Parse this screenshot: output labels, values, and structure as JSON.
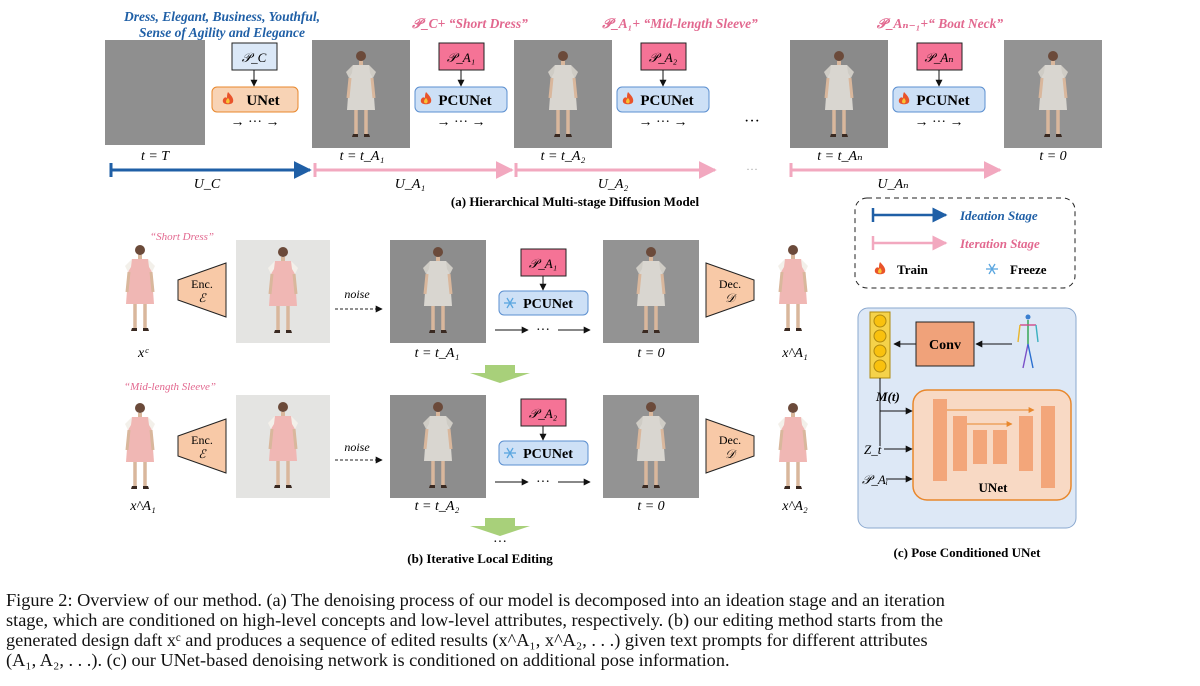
{
  "panel_a": {
    "concept_line1": "Dress, Elegant, Business, Youthful,",
    "concept_line2": "Sense of Agility and Elegance",
    "prompt_1": "𝒫_C+ “Short Dress”",
    "prompt_2": "𝒫_A₁+ “Mid-length Sleeve”",
    "prompt_3": "𝒫_Aₙ₋₁+“ Boat Neck”",
    "pc_box": "𝒫_C",
    "pa1_box": "𝒫_A₁",
    "pa2_box": "𝒫_A₂",
    "pan_box": "𝒫_Aₙ",
    "unet": "UNet",
    "pcunet": "PCUNet",
    "dots": "→ ··· →",
    "ellipsis": "···",
    "t_T": "t = T",
    "t_A1": "t = t_A₁",
    "t_A2": "t = t_A₂",
    "t_An": "t = t_Aₙ",
    "t_0": "t = 0",
    "u_C": "U_C",
    "u_A1": "U_A₁",
    "u_A2": "U_A₂",
    "u_An": "U_Aₙ",
    "title": "(a) Hierarchical Multi-stage Diffusion Model"
  },
  "legend": {
    "ideation": "Ideation Stage",
    "iteration": "Iteration Stage",
    "train": "Train",
    "freeze": "Freeze",
    "colors": {
      "ideation": "#1f5fa6",
      "iteration": "#f2a8bf"
    }
  },
  "panel_b": {
    "label_1": "“Short Dress”",
    "label_2": "“Mid-length Sleeve”",
    "enc": "Enc.",
    "enc_sym": "ℰ",
    "dec": "Dec.",
    "dec_sym": "𝒟",
    "noise": "noise",
    "pa1": "𝒫_A₁",
    "pa2": "𝒫_A₂",
    "pcunet": "PCUNet",
    "x_C": "xᶜ",
    "x_A1": "x^A₁",
    "x_A2": "x^A₂",
    "t_A1": "t = t_A₁",
    "t_A2": "t = t_A₂",
    "t_0": "t = 0",
    "dots": "···",
    "title": "(b) Iterative Local Editing"
  },
  "panel_c": {
    "conv": "Conv",
    "mt": "M(t)",
    "zt": "Z_t",
    "pai": "𝒫_Aᵢ",
    "unet": "UNet",
    "title": "(c) Pose Conditioned UNet"
  },
  "caption": {
    "line1": "Figure 2: Overview of our method. (a) The denoising process of our model is decomposed into an ideation stage and an iteration",
    "line2": "stage, which are conditioned on high-level concepts and low-level attributes, respectively. (b) our editing method starts from the",
    "line3": "generated design daft xᶜ and produces a sequence of edited results (x^A₁, x^A₂, . . .) given text prompts for different attributes",
    "line4": "(A₁, A₂, . . .). (c) our UNet-based denoising network is conditioned on additional pose information."
  }
}
